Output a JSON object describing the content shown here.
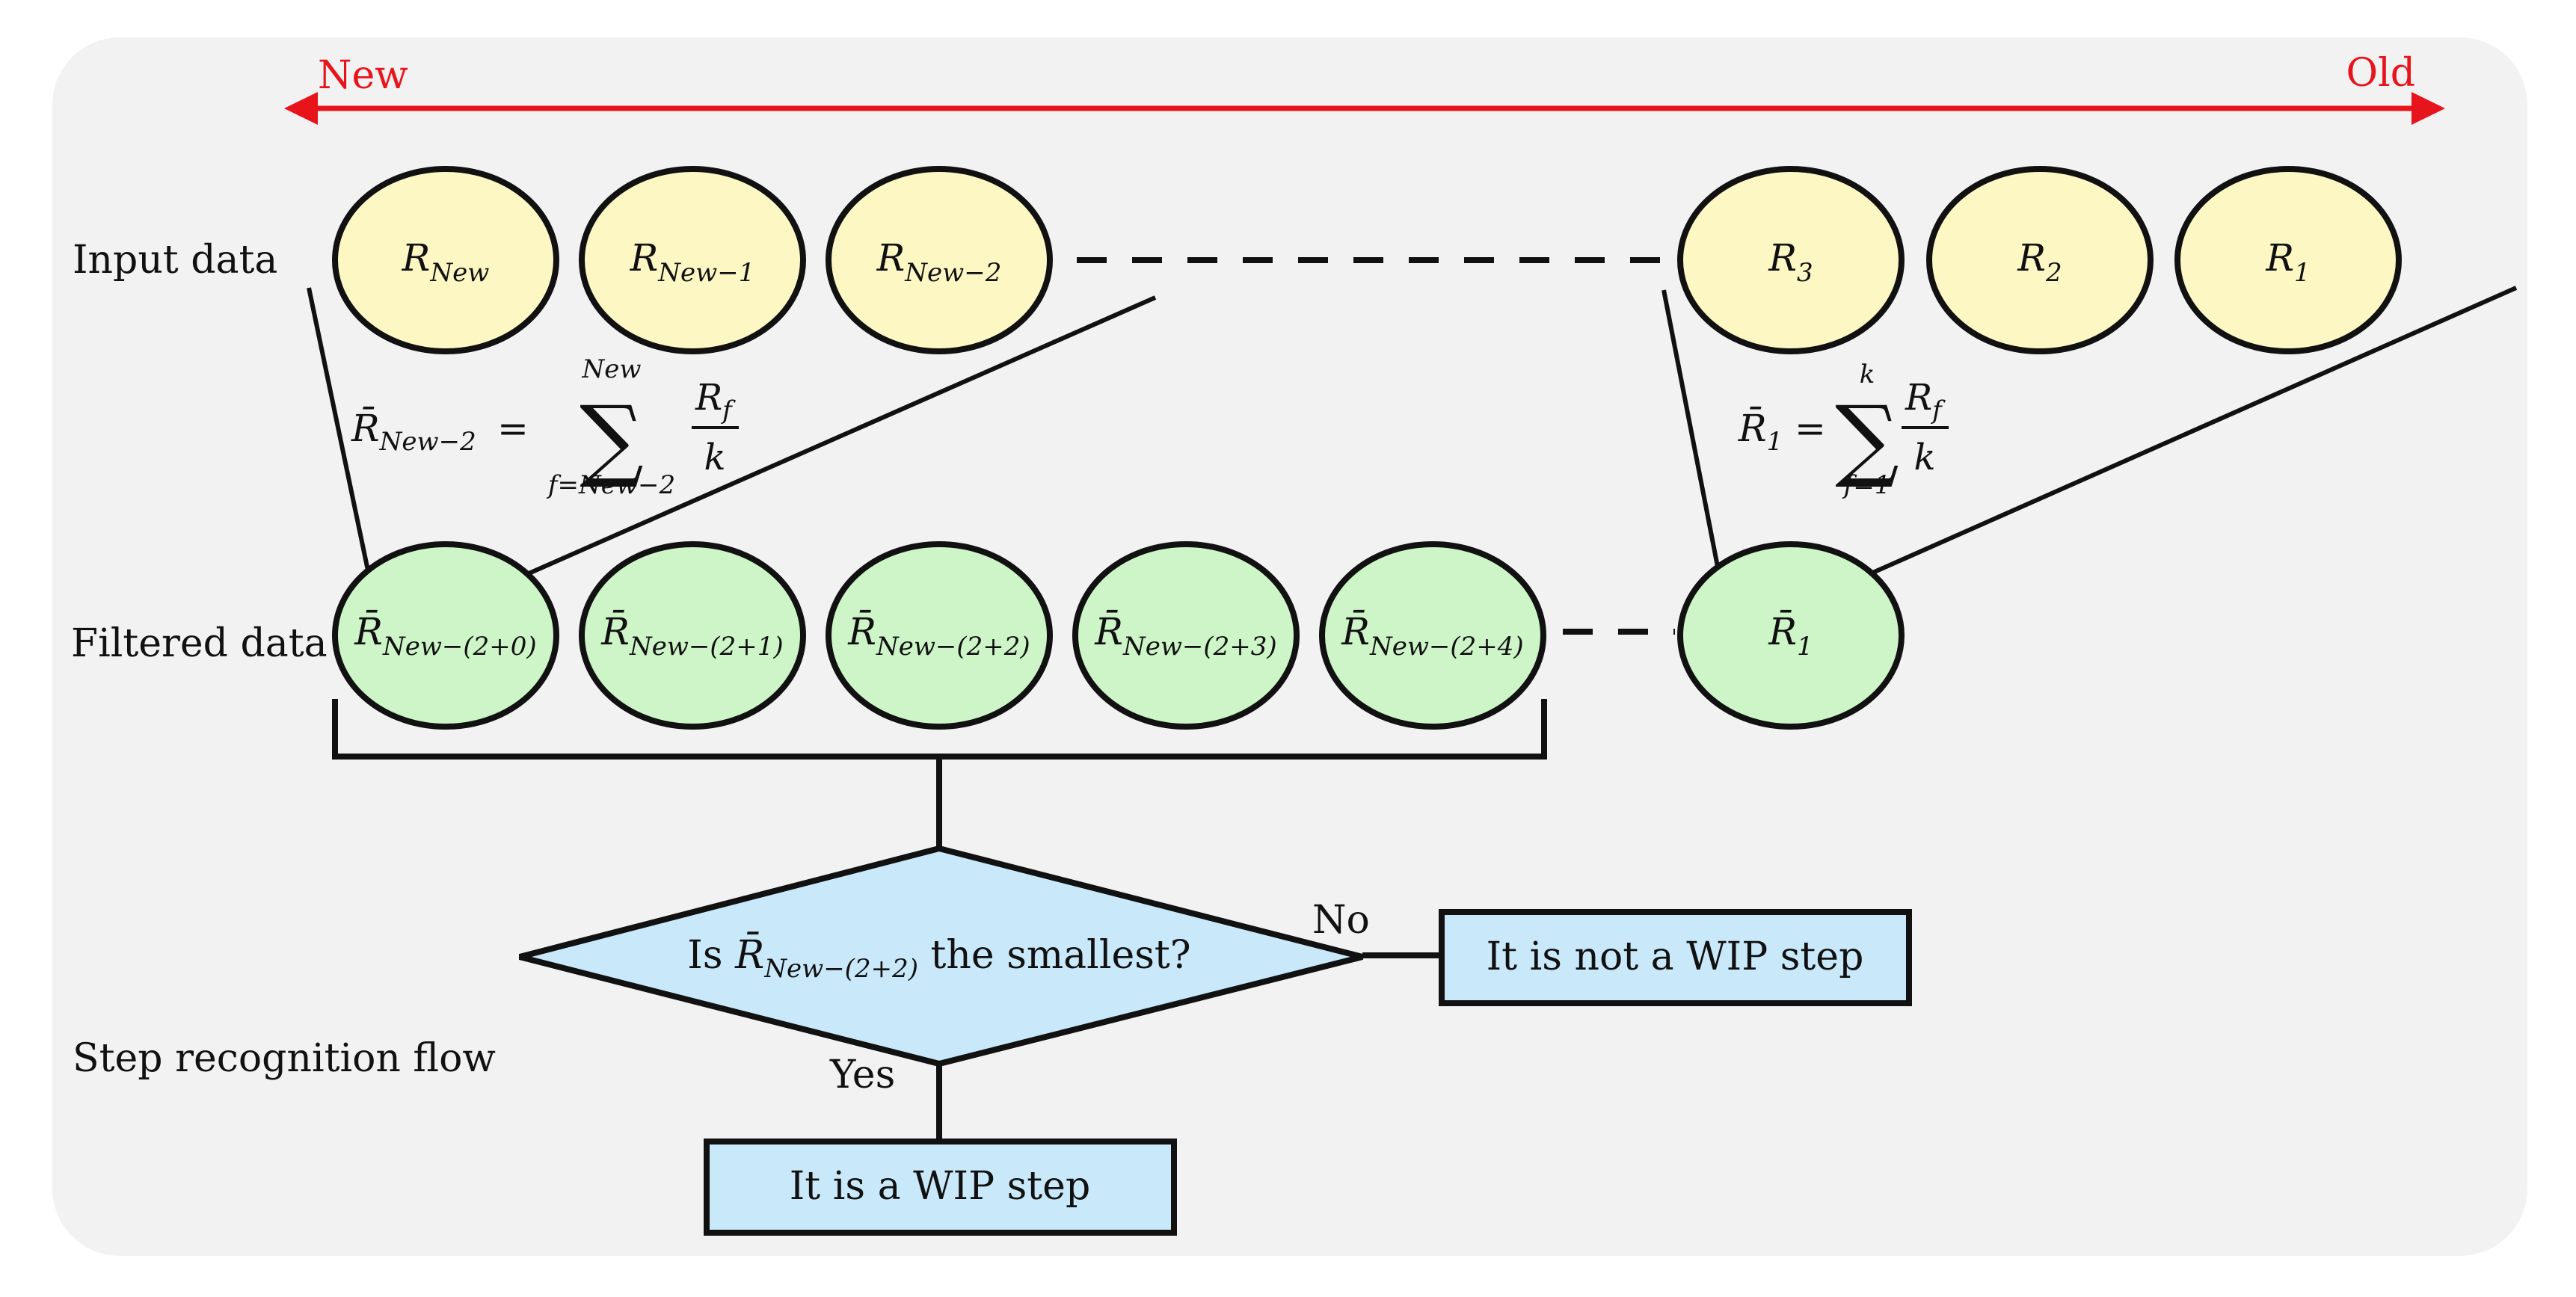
{
  "timeline": {
    "new_label": "New",
    "old_label": "Old",
    "arrow_color": "#e8141b"
  },
  "row_labels": {
    "input": "Input data",
    "filtered": "Filtered data",
    "flow": "Step recognition flow"
  },
  "input_nodes": [
    {
      "main": "R",
      "sub": "New"
    },
    {
      "main": "R",
      "sub": "New−1"
    },
    {
      "main": "R",
      "sub": "New−2"
    },
    {
      "main": "R",
      "sub": "3"
    },
    {
      "main": "R",
      "sub": "2"
    },
    {
      "main": "R",
      "sub": "1"
    }
  ],
  "filtered_nodes": [
    {
      "main": "R̄",
      "sub": "New−(2+0)"
    },
    {
      "main": "R̄",
      "sub": "New−(2+1)"
    },
    {
      "main": "R̄",
      "sub": "New−(2+2)"
    },
    {
      "main": "R̄",
      "sub": "New−(2+3)"
    },
    {
      "main": "R̄",
      "sub": "New−(2+4)"
    },
    {
      "main": "R̄",
      "sub": "1"
    }
  ],
  "formulas": {
    "left": {
      "lhs_main": "R̄",
      "lhs_sub": "New−2",
      "eq": "=",
      "upper": "New",
      "sigma": "∑",
      "lower": "f=New−2",
      "num_main": "R",
      "num_sub": "f",
      "den": "k"
    },
    "right": {
      "lhs_main": "R̄",
      "lhs_sub": "1",
      "eq": "=",
      "upper": "k",
      "sigma": "∑",
      "lower": "f=1",
      "num_main": "R",
      "num_sub": "f",
      "den": "k"
    }
  },
  "decision": {
    "prefix": "Is ",
    "var_main": "R̄",
    "var_sub": "New−(2+2)",
    "suffix": " the smallest?",
    "no_label": "No",
    "yes_label": "Yes"
  },
  "outcomes": {
    "no_box": "It is not a WIP step",
    "yes_box": "It is a WIP step"
  },
  "colors": {
    "panel": "#f2f2f2",
    "input_fill": "#fdf7c4",
    "filtered_fill": "#cdf5c8",
    "flow_fill": "#c9e9fa",
    "stroke": "#111111"
  }
}
